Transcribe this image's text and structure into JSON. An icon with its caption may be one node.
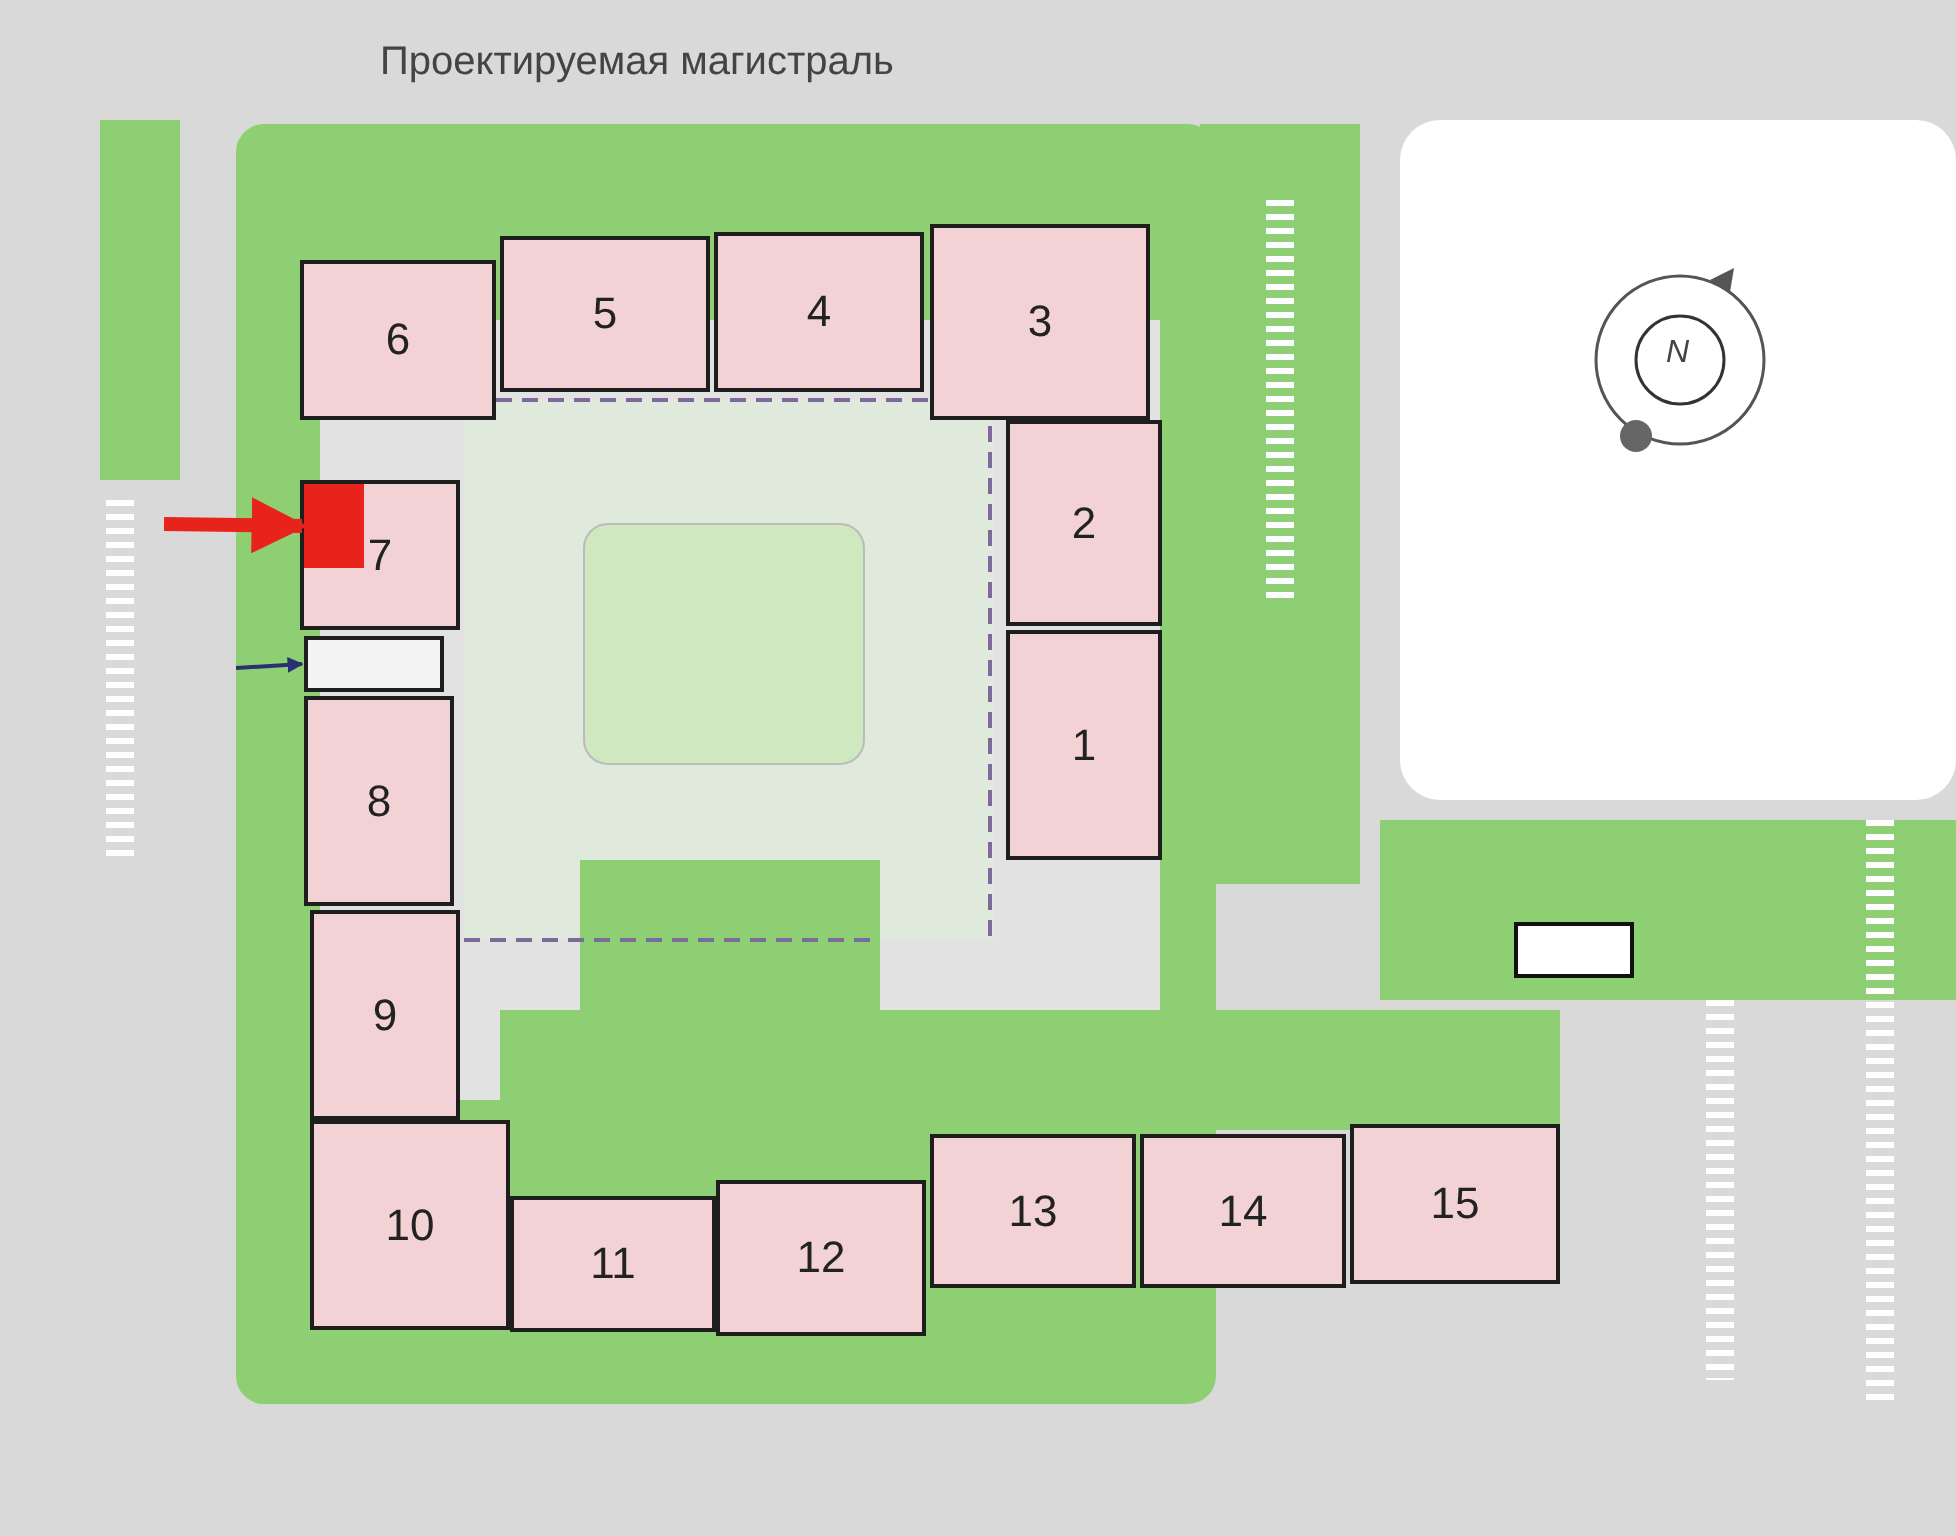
{
  "diagram": {
    "nodes": [
      {
        "text": [
          "6"
        ]
      },
      {
        "text": [
          "5"
        ]
      },
      {
        "text": [
          "4"
        ]
      },
      {
        "text": [
          "3"
        ]
      },
      {
        "text": [
          "7"
        ]
      },
      {
        "text": [],
        "shape": "box",
        "in": 4
      },
      {
        "text": [],
        "shape": "box"
      },
      {
        "text": [
          "2"
        ]
      },
      {
        "text": [
          "1"
        ]
      },
      {
        "text": [
          "8"
        ]
      },
      {
        "text": [
          "9"
        ]
      },
      {
        "text": [
          "10"
        ]
      },
      {
        "text": [
          "11"
        ]
      },
      {
        "text": [
          "12"
        ]
      },
      {
        "text": [
          "13"
        ]
      },
      {
        "text": [
          "14"
        ]
      },
      {
        "text": [
          "15"
        ]
      }
    ],
    "edges": [
      {
        "from": null,
        "to": 5,
        "arrow": "to",
        "color": "#e8231c",
        "style": "thick"
      },
      {
        "from": null,
        "to": 6,
        "arrow": "to",
        "color": "#2b3170"
      }
    ],
    "labels": [
      "Проектируемая магистраль",
      "N"
    ]
  }
}
